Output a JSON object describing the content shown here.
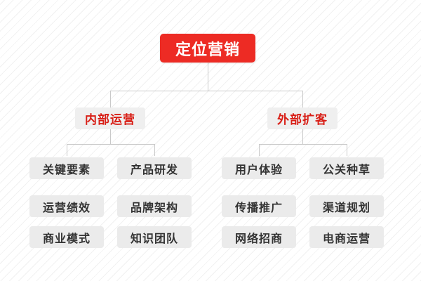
{
  "diagram": {
    "title": "定位营销",
    "type": "organization-tree",
    "colors": {
      "root_background": "#ed2b24",
      "root_text": "#ffffff",
      "branch_background": "#efefef",
      "branch_text": "#d81e16",
      "leaf_background": "#ebebeb",
      "leaf_text": "#333333",
      "connector": "#c9c9c9",
      "page_background": "#fcfcfc"
    },
    "root": {
      "label": "定位营销"
    },
    "branches": [
      {
        "label": "内部运营",
        "leaves": [
          {
            "label": "关键要素"
          },
          {
            "label": "产品研发"
          },
          {
            "label": "运营绩效"
          },
          {
            "label": "品牌架构"
          },
          {
            "label": "商业模式"
          },
          {
            "label": "知识团队"
          }
        ]
      },
      {
        "label": "外部扩客",
        "leaves": [
          {
            "label": "用户体验"
          },
          {
            "label": "公关种草"
          },
          {
            "label": "传播推广"
          },
          {
            "label": "渠道规划"
          },
          {
            "label": "网络招商"
          },
          {
            "label": "电商运营"
          }
        ]
      }
    ]
  }
}
